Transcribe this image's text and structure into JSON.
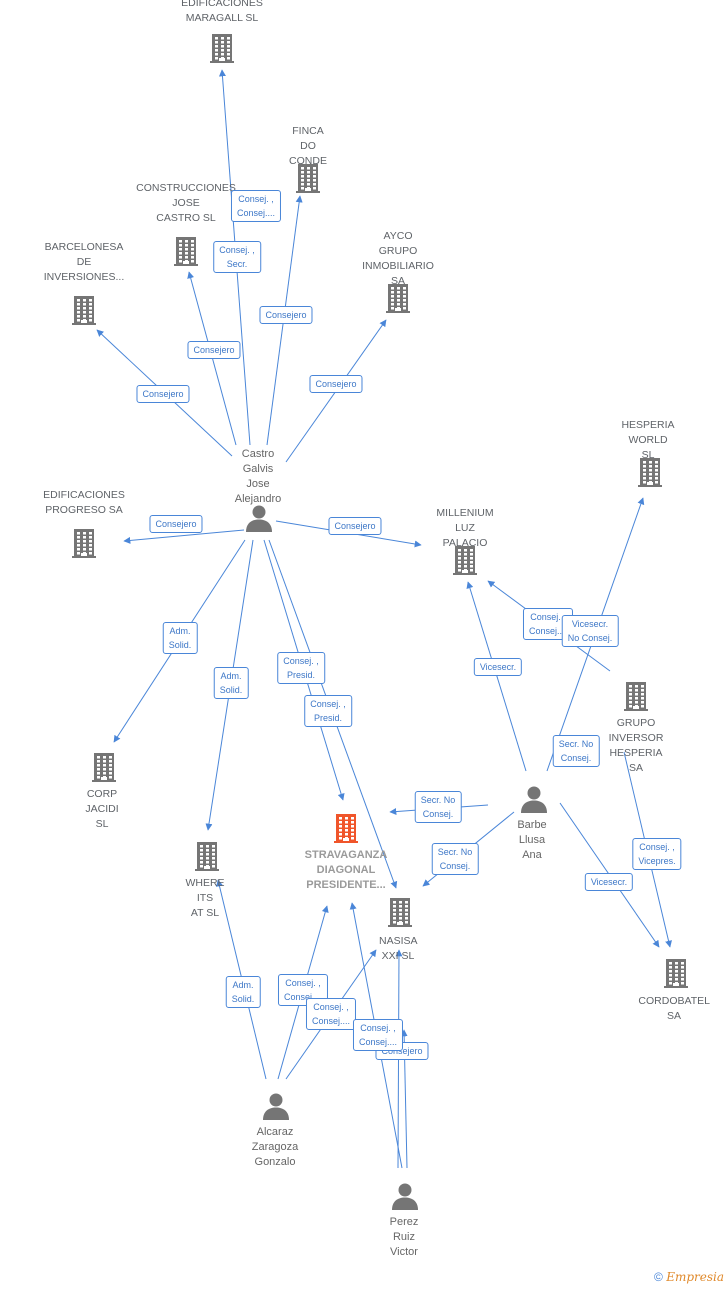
{
  "companies": [
    {
      "id": "edificaciones-maragall",
      "label": "EDIFICACIONES\nMARAGALL  SL",
      "main": false
    },
    {
      "id": "finca-do-conde",
      "label": "FINCA DO\nCONDE SA",
      "main": false
    },
    {
      "id": "construcciones-jose-castro",
      "label": "CONSTRUCCIONES\nJOSE\nCASTRO  SL",
      "main": false
    },
    {
      "id": "ayco-grupo",
      "label": "AYCO\nGRUPO\nINMOBILIARIO SA",
      "main": false
    },
    {
      "id": "barcelonesa",
      "label": "BARCELONESA\nDE\nINVERSIONES...",
      "main": false
    },
    {
      "id": "edificaciones-progreso",
      "label": "EDIFICACIONES\nPROGRESO SA",
      "main": false
    },
    {
      "id": "millenium",
      "label": "MILLENIUM\nLUZ PALACIO SL",
      "main": false
    },
    {
      "id": "hesperia-world",
      "label": "HESPERIA\nWORLD  SL",
      "main": false
    },
    {
      "id": "grupo-inversor",
      "label": "GRUPO\nINVERSOR\nHESPERIA SA",
      "main": false
    },
    {
      "id": "corp-jacidi",
      "label": "CORP JACIDI\nSL",
      "main": false
    },
    {
      "id": "where-its-at",
      "label": "WHERE ITS\nAT  SL",
      "main": false
    },
    {
      "id": "stravaganza",
      "label": "STRAVAGANZA\nDIAGONAL\nPRESIDENTE...",
      "main": true
    },
    {
      "id": "nasisa",
      "label": "NASISA XXI  SL",
      "main": false
    },
    {
      "id": "cordobatel",
      "label": "CORDOBATEL SA",
      "main": false
    }
  ],
  "people": [
    {
      "id": "castro",
      "label": "Castro\nGalvis Jose\nAlejandro"
    },
    {
      "id": "barbe",
      "label": "Barbe Llusa Ana"
    },
    {
      "id": "alcaraz",
      "label": "Alcaraz\nZaragoza\nGonzalo"
    },
    {
      "id": "perez",
      "label": "Perez Ruiz\nVictor"
    }
  ],
  "relations": [
    {
      "label": "Consej. ,\nConsej...."
    },
    {
      "label": "Consej. ,\nSecr."
    },
    {
      "label": "Consejero"
    },
    {
      "label": "Consejero"
    },
    {
      "label": "Consejero"
    },
    {
      "label": "Consejero"
    },
    {
      "label": "Consejero"
    },
    {
      "label": "Consejero"
    },
    {
      "label": "Adm.\nSolid."
    },
    {
      "label": "Adm.\nSolid."
    },
    {
      "label": "Consej. ,\nPresid."
    },
    {
      "label": "Consej. ,\nPresid."
    },
    {
      "label": "Consej. ,\nConsej...."
    },
    {
      "label": "Vicesecr.\nNo Consej."
    },
    {
      "label": "Vicesecr."
    },
    {
      "label": "Secr.  No\nConsej."
    },
    {
      "label": "Secr.  No\nConsej."
    },
    {
      "label": "Secr.  No\nConsej."
    },
    {
      "label": "Consej. ,\nVicepres."
    },
    {
      "label": "Vicesecr."
    },
    {
      "label": "Adm.\nSolid."
    },
    {
      "label": "Consej. ,\nConsej...."
    },
    {
      "label": "Consej. ,\nConsej...."
    },
    {
      "label": "Consejero"
    },
    {
      "label": "Consej. ,\nConsej...."
    }
  ],
  "footer": {
    "copyright": "©",
    "brand": "Empresia"
  },
  "colors": {
    "edge": "#4a86d8",
    "building": "#757575",
    "main_building": "#f0552a",
    "person": "#757575"
  }
}
